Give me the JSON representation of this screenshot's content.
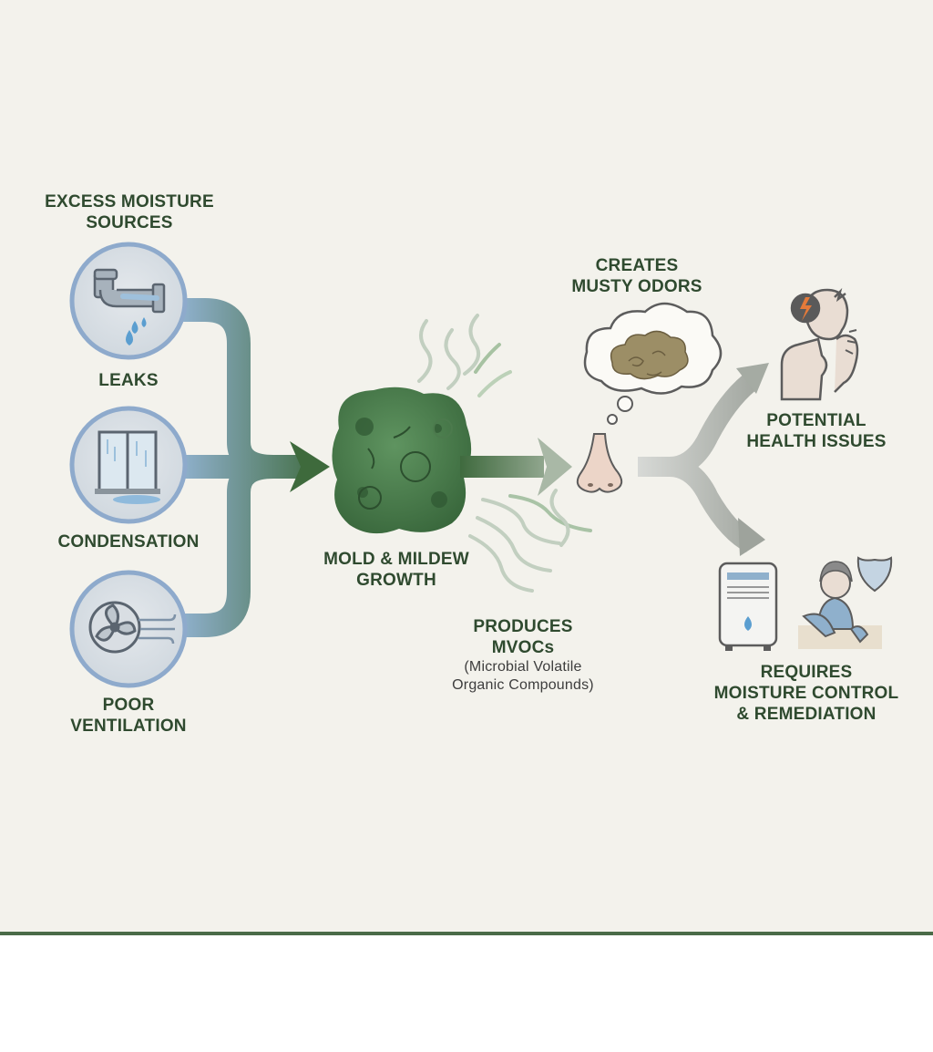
{
  "sources_title": [
    "EXCESS MOISTURE",
    "SOURCES"
  ],
  "sources": [
    {
      "label": [
        "LEAKS"
      ],
      "icon": "leaking-pipe-icon"
    },
    {
      "label": [
        "CONDENSATION"
      ],
      "icon": "condensation-window-icon"
    },
    {
      "label": [
        "POOR",
        "VENTILATION"
      ],
      "icon": "fan-icon"
    }
  ],
  "mold": {
    "label": [
      "MOLD & MILDEW",
      "GROWTH"
    ],
    "icon": "mold-blob-icon"
  },
  "mvoc": {
    "label": [
      "PRODUCES",
      "MVOCs"
    ],
    "sub": [
      "(Microbial Volatile",
      "Organic Compounds)"
    ]
  },
  "odor": {
    "label": [
      "CREATES",
      "MUSTY ODORS"
    ],
    "icon": "nose-icon"
  },
  "health": {
    "label": [
      "POTENTIAL",
      "HEALTH ISSUES"
    ],
    "icon": "coughing-person-icon"
  },
  "remediation": {
    "label": [
      "REQUIRES",
      "MOISTURE CONTROL",
      "& REMEDIATION"
    ],
    "icon": "dehumidifier-cleaner-icon"
  },
  "colors": {
    "accent": "#4a6b48",
    "background": "#f3f2ec",
    "text": "#2f4a2f",
    "flow_blue": "#8fb0cc",
    "flow_green": "#3e6a3c"
  }
}
